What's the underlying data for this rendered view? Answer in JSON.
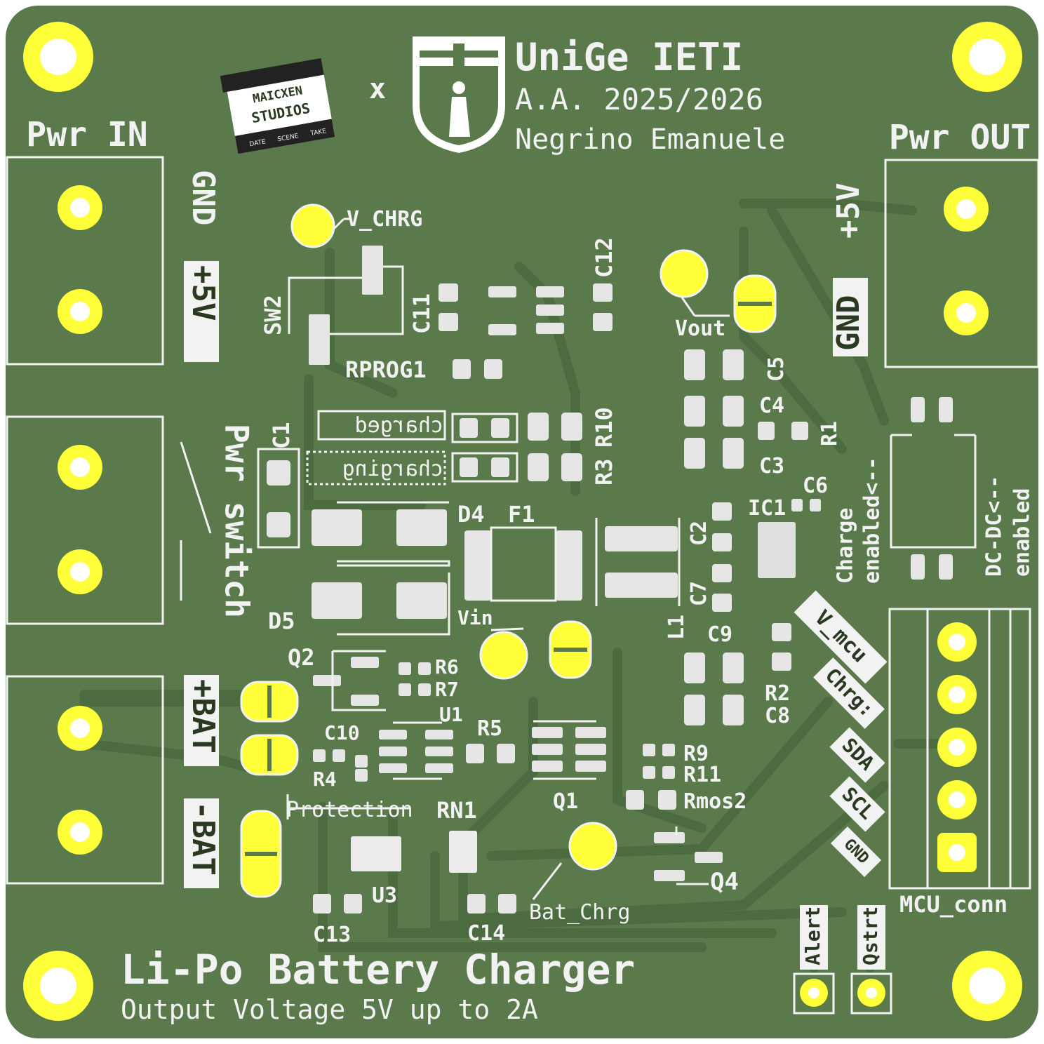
{
  "header": {
    "studio_logo_line1": "MAICXEN",
    "studio_logo_line2": "STUDIOS",
    "studio_logo_cells": [
      "DATE",
      "SCENE",
      "TAKE"
    ],
    "cross": "x",
    "title": "UniGe IETI",
    "year": "A.A. 2025/2026",
    "author": "Negrino Emanuele"
  },
  "connectors": {
    "pwr_in_title": "Pwr IN",
    "pwr_in_gnd": "GND",
    "pwr_in_5v": "+5V",
    "pwr_out_title": "Pwr OUT",
    "pwr_out_5v": "+5V",
    "pwr_out_gnd": "GND",
    "pwr_switch_label": "Pwr switch",
    "bat_plus": "+BAT",
    "bat_minus": "-BAT",
    "mcu_conn_label": "MCU_conn"
  },
  "mcu_pins": [
    "V_mcu",
    "Chrg:",
    "SDA",
    "SCL",
    "GND"
  ],
  "test_points": {
    "v_chrg": "V_CHRG",
    "vout": "Vout",
    "vin": "Vin",
    "bat_chrg": "Bat_Chrg",
    "alert": "Alert",
    "qstrt": "Qstrt"
  },
  "leds": {
    "charged": "charged",
    "charging": "charging"
  },
  "jumpers": {
    "protection": "Protection"
  },
  "indicators": {
    "charge_enabled_1": "Charge",
    "charge_enabled_2": "enabled<--",
    "dcdc_enabled_1": "DC-DC<--",
    "dcdc_enabled_2": "enabled"
  },
  "refdes": {
    "sw2": "SW2",
    "c11": "C11",
    "c12": "C12",
    "rprog1": "RPROG1",
    "r10": "R10",
    "r3": "R3",
    "c1": "C1",
    "d4": "D4",
    "f1": "F1",
    "d5": "D5",
    "q2": "Q2",
    "r6": "R6",
    "r7": "R7",
    "u1": "U1",
    "c10": "C10",
    "r4": "R4",
    "r5": "R5",
    "q1": "Q1",
    "rn1": "RN1",
    "u3": "U3",
    "c13": "C13",
    "c14": "C14",
    "c5": "C5",
    "c4": "C4",
    "r1": "R1",
    "c3": "C3",
    "c6": "C6",
    "ic1": "IC1",
    "c2": "C2",
    "c7": "C7",
    "l1": "L1",
    "c9": "C9",
    "r2": "R2",
    "c8": "C8",
    "r9": "R9",
    "r11": "R11",
    "rmos2": "Rmos2",
    "q4": "Q4"
  },
  "footer": {
    "title": "Li-Po Battery Charger",
    "subtitle": "Output Voltage 5V up to 2A"
  },
  "colors": {
    "board": "#5a7a4c",
    "trace": "#4d6b40",
    "pad_gold": "#ffff3a",
    "pad_smd": "#e6e6e6",
    "silkscreen": "#f2f2f2"
  }
}
